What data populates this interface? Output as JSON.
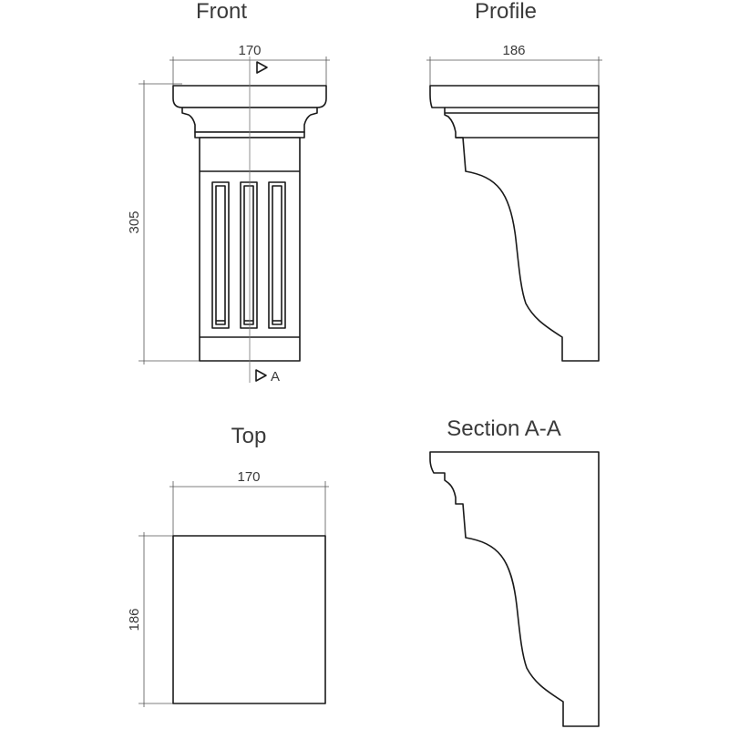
{
  "views": {
    "front": {
      "title": "Front",
      "width_dim": "170",
      "height_dim": "305",
      "section_marker": "A"
    },
    "profile": {
      "title": "Profile",
      "width_dim": "186"
    },
    "top": {
      "title": "Top",
      "width_dim": "170",
      "height_dim": "186"
    },
    "section": {
      "title": "Section A-A"
    }
  }
}
